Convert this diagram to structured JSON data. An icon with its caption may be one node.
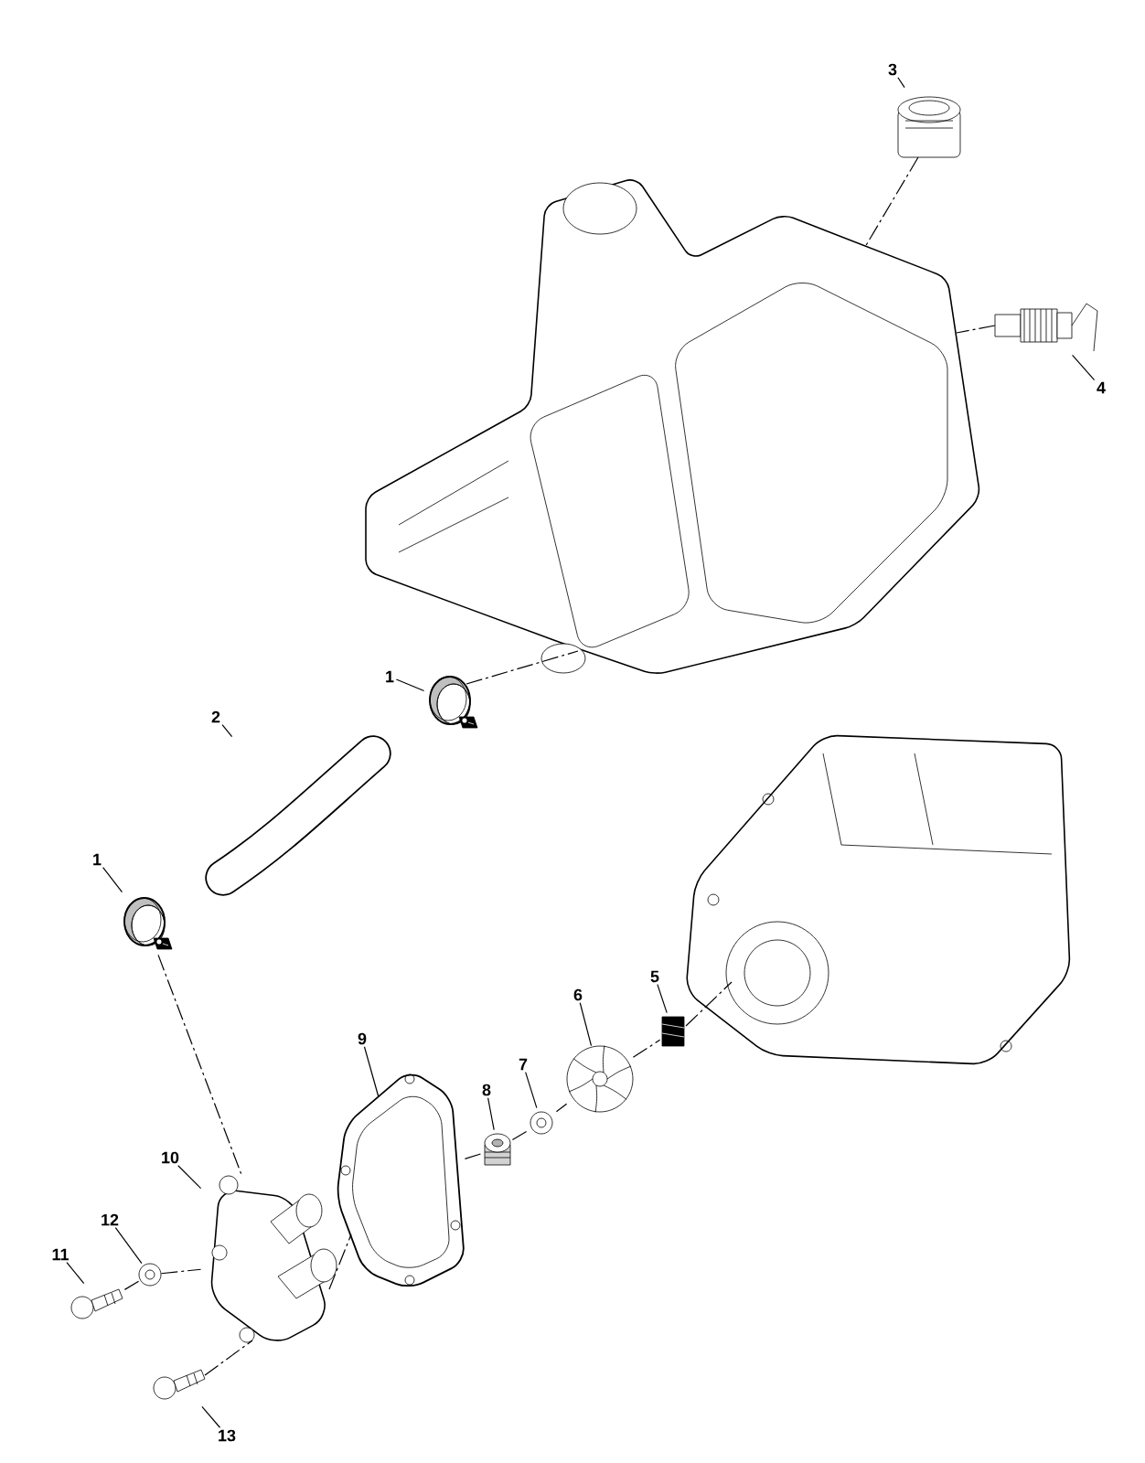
{
  "diagram": {
    "nodes": [
      {
        "text": [
          "3"
        ]
      },
      {
        "text": [],
        "shape": "picture"
      },
      {
        "text": [],
        "shape": "picture"
      },
      {
        "text": [
          "4"
        ]
      },
      {
        "text": [],
        "shape": "picture"
      },
      {
        "text": [
          "1"
        ]
      },
      {
        "text": [],
        "shape": "picture"
      },
      {
        "text": [
          "2"
        ]
      },
      {
        "text": [],
        "shape": "picture"
      },
      {
        "text": [
          "1"
        ]
      },
      {
        "text": [],
        "shape": "picture"
      },
      {
        "text": [],
        "shape": "picture"
      },
      {
        "text": [
          "6"
        ]
      },
      {
        "text": [],
        "shape": "picture"
      },
      {
        "text": [
          "5"
        ]
      },
      {
        "text": [],
        "shape": "picture"
      },
      {
        "text": [
          "9"
        ]
      },
      {
        "text": [],
        "shape": "picture"
      },
      {
        "text": [
          "8"
        ]
      },
      {
        "text": [],
        "shape": "picture"
      },
      {
        "text": [
          "7"
        ]
      },
      {
        "text": [],
        "shape": "picture"
      },
      {
        "text": [
          "10"
        ]
      },
      {
        "text": [],
        "shape": "picture"
      },
      {
        "text": [
          "12"
        ]
      },
      {
        "text": [],
        "shape": "picture"
      },
      {
        "text": [
          "11"
        ]
      },
      {
        "text": [],
        "shape": "picture"
      },
      {
        "text": [
          "13"
        ]
      },
      {
        "text": [],
        "shape": "picture"
      }
    ],
    "edges": [
      {
        "from": 0,
        "to": 1,
        "arrow": "none"
      },
      {
        "from": 3,
        "to": 4,
        "arrow": "none"
      },
      {
        "from": 5,
        "to": 6,
        "arrow": "none"
      },
      {
        "from": 7,
        "to": 8,
        "arrow": "none"
      },
      {
        "from": 9,
        "to": 10,
        "arrow": "none"
      },
      {
        "from": 12,
        "to": 13,
        "arrow": "none"
      },
      {
        "from": 14,
        "to": 15,
        "arrow": "none"
      },
      {
        "from": 16,
        "to": 17,
        "arrow": "none"
      },
      {
        "from": 18,
        "to": 19,
        "arrow": "none"
      },
      {
        "from": 20,
        "to": 21,
        "arrow": "none"
      },
      {
        "from": 22,
        "to": 23,
        "arrow": "none"
      },
      {
        "from": 24,
        "to": 25,
        "arrow": "none"
      },
      {
        "from": 26,
        "to": 27,
        "arrow": "none"
      },
      {
        "from": 28,
        "to": 29,
        "arrow": "none"
      },
      {
        "from": 1,
        "to": 2,
        "arrow": "none",
        "style": "dashed"
      },
      {
        "from": 4,
        "to": 2,
        "arrow": "none",
        "style": "dashed"
      },
      {
        "from": 6,
        "to": 2,
        "arrow": "none",
        "style": "dashed"
      },
      {
        "from": 10,
        "to": 23,
        "arrow": "none",
        "style": "dashed"
      },
      {
        "from": 29,
        "to": 23,
        "arrow": "none",
        "style": "dashed"
      },
      {
        "from": 23,
        "to": 17,
        "arrow": "none",
        "style": "dashed"
      },
      {
        "from": 17,
        "to": 19,
        "arrow": "none",
        "style": "dashed"
      },
      {
        "from": 19,
        "to": 21,
        "arrow": "none",
        "style": "dashed"
      },
      {
        "from": 21,
        "to": 13,
        "arrow": "none",
        "style": "dashed"
      },
      {
        "from": 13,
        "to": 15,
        "arrow": "none",
        "style": "dashed"
      },
      {
        "from": 15,
        "to": 11,
        "arrow": "none",
        "style": "dashed"
      },
      {
        "from": 27,
        "to": 25,
        "arrow": "none",
        "style": "dashed"
      },
      {
        "from": 25,
        "to": 23,
        "arrow": "none",
        "style": "dashed"
      }
    ]
  }
}
